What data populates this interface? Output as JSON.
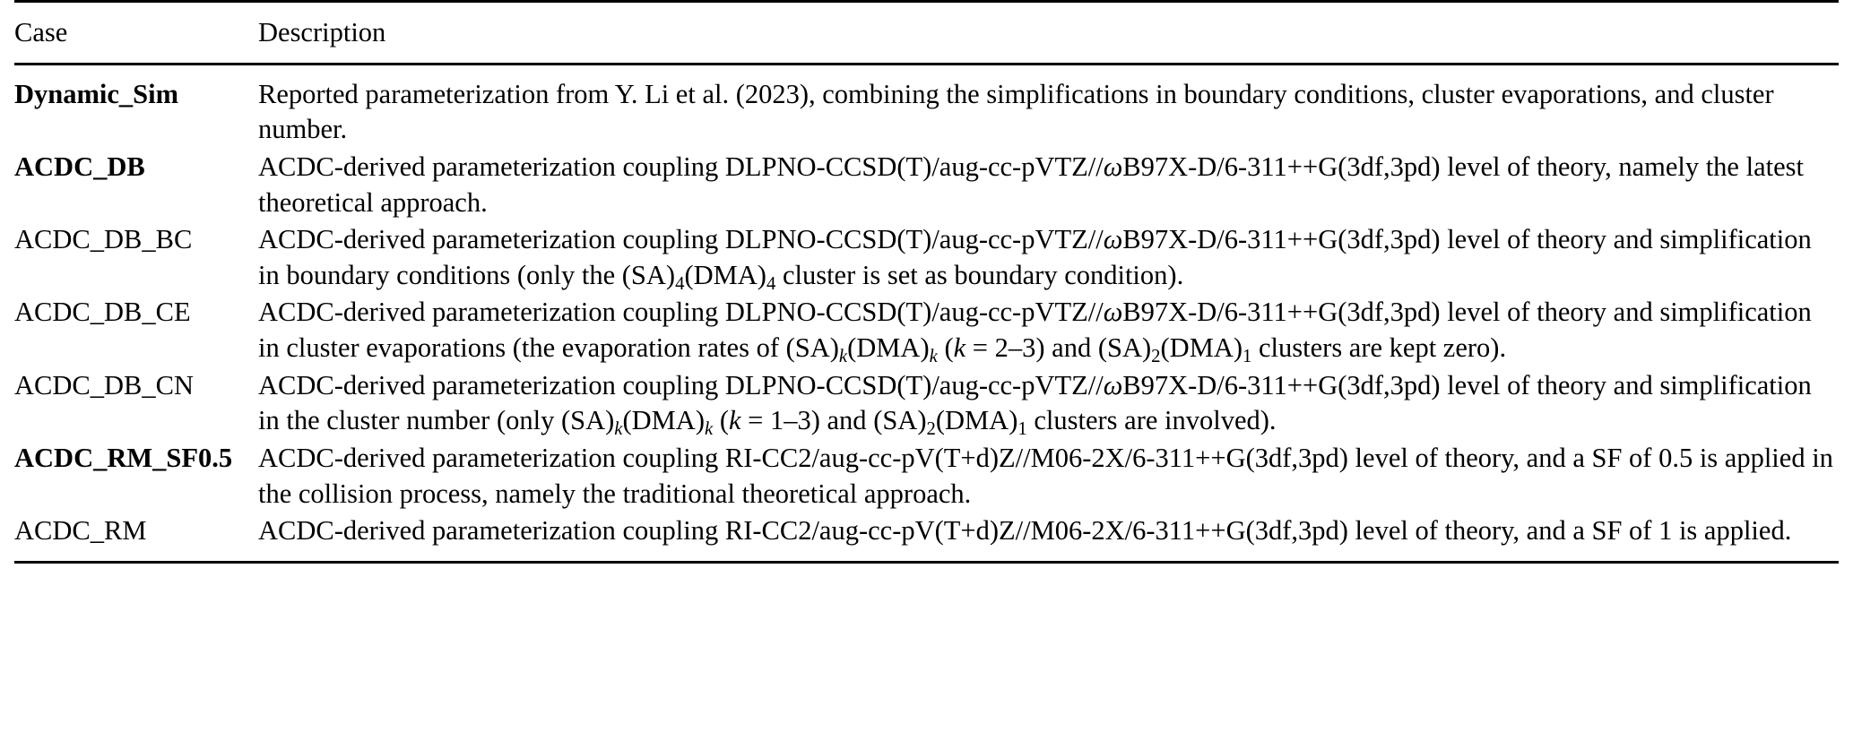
{
  "table": {
    "columns": [
      {
        "key": "case",
        "label": "Case"
      },
      {
        "key": "description",
        "label": "Description"
      }
    ],
    "rows": [
      {
        "case": "Dynamic_Sim",
        "case_bold": true,
        "description": "Reported parameterization from Y. Li et al. (2023), combining the simplifications in boundary conditions, cluster evaporations, and cluster number."
      },
      {
        "case": "ACDC_DB",
        "case_bold": true,
        "description": "ACDC-derived parameterization coupling DLPNO-CCSD(T)/aug-cc-pVTZ//ωB97X-D/6-311++G(3df,3pd) level of theory, namely the latest theoretical approach."
      },
      {
        "case": "ACDC_DB_BC",
        "case_bold": false,
        "description": "ACDC-derived parameterization coupling DLPNO-CCSD(T)/aug-cc-pVTZ//ωB97X-D/6-311++G(3df,3pd) level of theory and simplification in boundary conditions (only the (SA)4(DMA)4 cluster is set as boundary condition)."
      },
      {
        "case": "ACDC_DB_CE",
        "case_bold": false,
        "description": "ACDC-derived parameterization coupling DLPNO-CCSD(T)/aug-cc-pVTZ//ωB97X-D/6-311++G(3df,3pd) level of theory and simplification in cluster evaporations (the evaporation rates of (SA)k(DMA)k (k = 2–3) and (SA)2(DMA)1 clusters are kept zero)."
      },
      {
        "case": "ACDC_DB_CN",
        "case_bold": false,
        "description": "ACDC-derived parameterization coupling DLPNO-CCSD(T)/aug-cc-pVTZ//ωB97X-D/6-311++G(3df,3pd) level of theory and simplification in the cluster number (only (SA)k(DMA)k (k = 1–3) and (SA)2(DMA)1 clusters are involved)."
      },
      {
        "case": "ACDC_RM_SF0.5",
        "case_bold": true,
        "description": "ACDC-derived parameterization coupling RI-CC2/aug-cc-pV(T+d)Z//M06-2X/6-311++G(3df,3pd) level of theory, and a SF of 0.5 is applied in the collision process, namely the traditional theoretical approach."
      },
      {
        "case": "ACDC_RM",
        "case_bold": false,
        "description": "ACDC-derived parameterization coupling RI-CC2/aug-cc-pV(T+d)Z//M06-2X/6-311++G(3df,3pd) level of theory, and a SF of 1 is applied."
      }
    ]
  },
  "style": {
    "rule_color": "#000000",
    "text_color": "#000000",
    "background": "#ffffff"
  }
}
